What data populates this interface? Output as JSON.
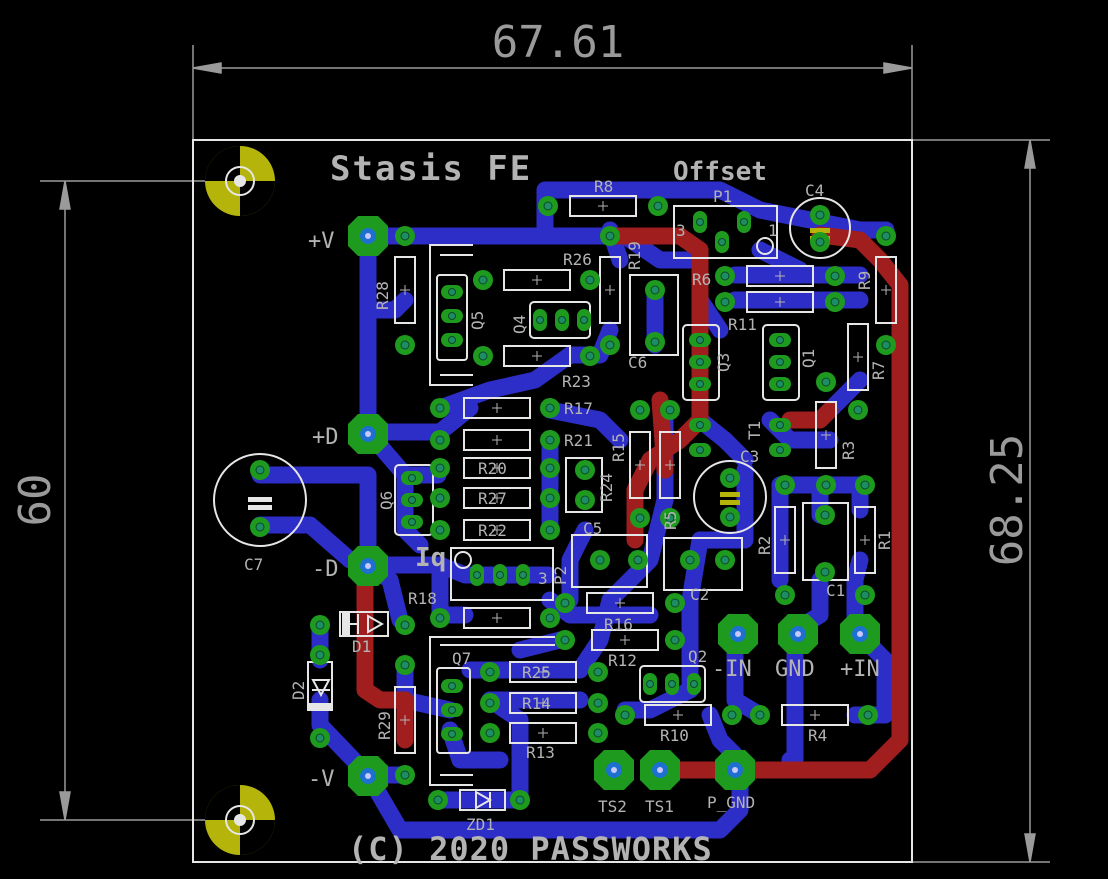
{
  "board": {
    "title": "Stasis FE",
    "copyright": "(C) 2020 PASSWORKS",
    "offset_label": "Offset",
    "iq_label": "Iq"
  },
  "dimensions": {
    "width": "67.61",
    "height_outer": "68.25",
    "height_inner": "60"
  },
  "connectors": {
    "pos_v": "+V",
    "neg_v": "-V",
    "pos_d": "+D",
    "neg_d": "-D",
    "neg_in": "-IN",
    "gnd": "GND",
    "pos_in": "+IN",
    "ts1": "TS1",
    "ts2": "TS2",
    "p_gnd": "P_GND"
  },
  "components": {
    "r8": "R8",
    "p1": "P1",
    "c4": "C4",
    "r19": "R19",
    "r26": "R26",
    "r28": "R28",
    "q5": "Q5",
    "q4": "Q4",
    "c6": "C6",
    "r6": "R6",
    "r11": "R11",
    "r9": "R9",
    "q3": "Q3",
    "q1": "Q1",
    "r7": "R7",
    "r23": "R23",
    "r17": "R17",
    "r21": "R21",
    "r15": "R15",
    "t1": "T1",
    "r3": "R3",
    "c3": "C3",
    "r20": "R20",
    "r27": "R27",
    "r24": "R24",
    "r5": "R5",
    "q6": "Q6",
    "r22": "R22",
    "c5": "C5",
    "r2": "R2",
    "r1": "R1",
    "c1": "C1",
    "c2": "C2",
    "c7": "C7",
    "p2": "P2",
    "r18": "R18",
    "r16": "R16",
    "d1": "D1",
    "r12": "R12",
    "q7": "Q7",
    "r25": "R25",
    "q2": "Q2",
    "d2": "D2",
    "r14": "R14",
    "r10": "R10",
    "r4": "R4",
    "r29": "R29",
    "r13": "R13",
    "zd1": "ZD1"
  },
  "pot_pins": {
    "p1_left": "3",
    "p1_right": "1",
    "p2_right": "3"
  },
  "colors": {
    "background": "#000000",
    "outline": "#e6e6e6",
    "silkscreen": "#b3b3b3",
    "dimension": "#9a9a9a",
    "bottom_copper": "#2d2dc8",
    "top_copper": "#a01e1e",
    "pad": "#1e9b1e",
    "drill": "#1e8c64",
    "mount_hole": "#b4b40a"
  }
}
